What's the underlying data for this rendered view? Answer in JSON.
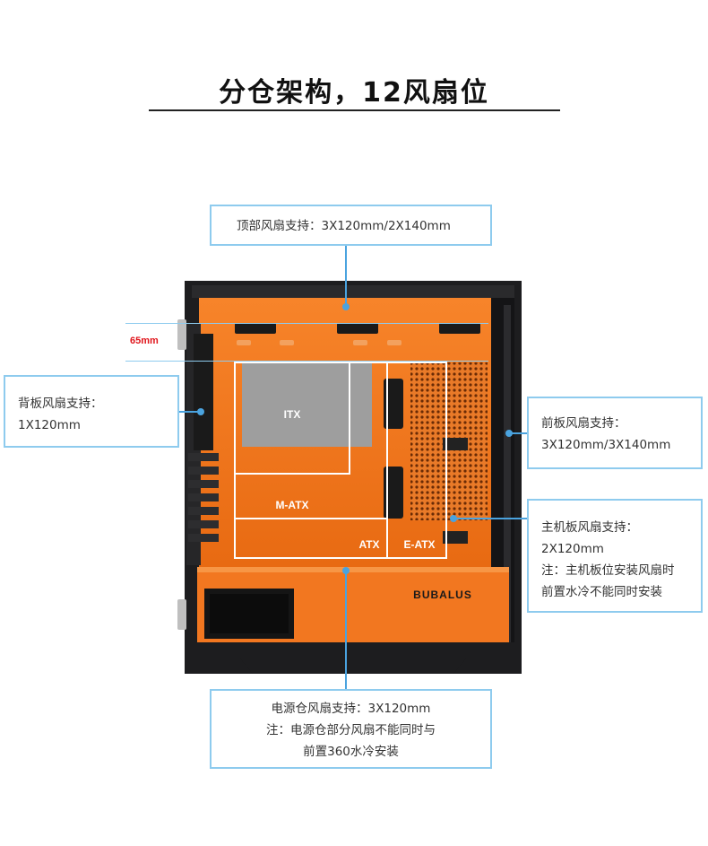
{
  "title": "分仓架构，12风扇位",
  "callouts": {
    "top": {
      "lines": [
        "顶部风扇支持：3X120mm/2X140mm"
      ]
    },
    "back": {
      "lines": [
        "背板风扇支持：",
        "1X120mm"
      ]
    },
    "front": {
      "lines": [
        "前板风扇支持：",
        "3X120mm/3X140mm"
      ]
    },
    "motherboard": {
      "lines": [
        "主机板风扇支持：",
        "2X120mm",
        "注：主机板位安装风扇时",
        "前置水冷不能同时安装"
      ]
    },
    "psu": {
      "lines": [
        "电源仓风扇支持：3X120mm",
        "注：电源仓部分风扇不能同时与",
        "前置360水冷安装"
      ]
    }
  },
  "gap_label": "65mm",
  "form_factors": [
    "ITX",
    "M-ATX",
    "ATX",
    "E-ATX"
  ],
  "brand": "BUBALUS",
  "colors": {
    "accent_blue": "#4aa3df",
    "case_orange": "#f47a20",
    "gap_red": "#e0161c"
  }
}
